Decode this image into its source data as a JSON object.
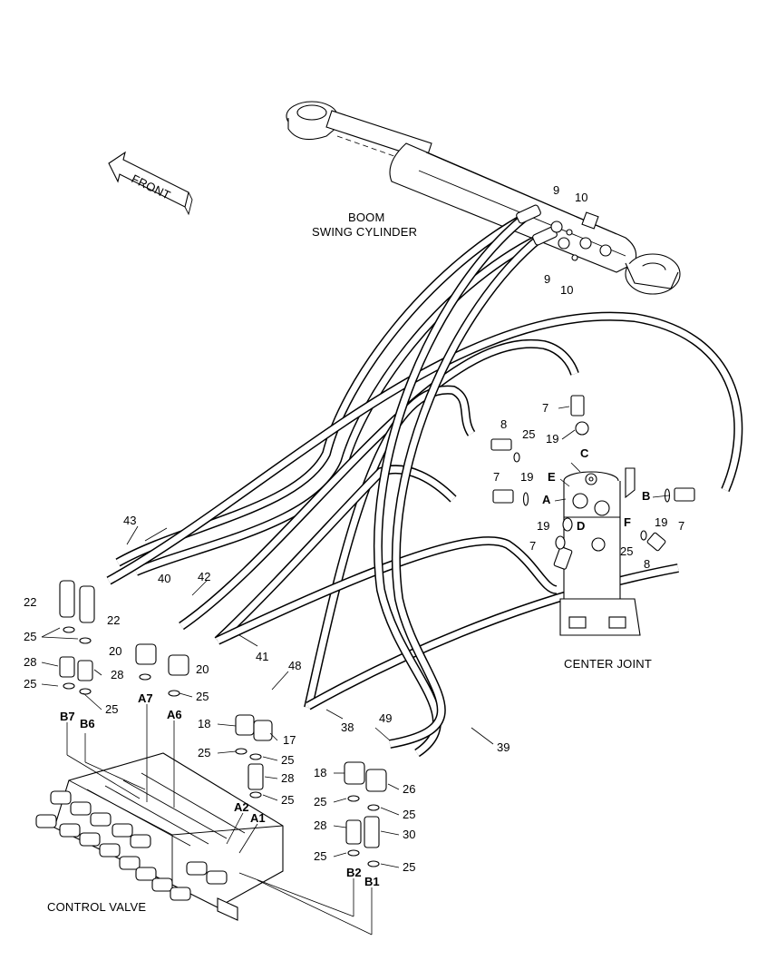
{
  "titles": {
    "boom_line1": "BOOM",
    "boom_line2": "SWING CYLINDER",
    "center_joint": "CENTER JOINT",
    "control_valve": "CONTROL VALVE",
    "front": "FRONT"
  },
  "port_labels": {
    "A": "A",
    "B": "B",
    "C": "C",
    "D": "D",
    "E": "E",
    "F": "F",
    "A1": "A1",
    "A2": "A2",
    "A6": "A6",
    "A7": "A7",
    "B1": "B1",
    "B2": "B2",
    "B6": "B6",
    "B7": "B7"
  },
  "part_numbers": {
    "p7": "7",
    "p8": "8",
    "p9": "9",
    "p10": "10",
    "p17": "17",
    "p18": "18",
    "p19": "19",
    "p20": "20",
    "p22": "22",
    "p25": "25",
    "p26": "26",
    "p28": "28",
    "p30": "30",
    "p38": "38",
    "p39": "39",
    "p40": "40",
    "p41": "41",
    "p42": "42",
    "p43": "43",
    "p48": "48",
    "p49": "49"
  }
}
